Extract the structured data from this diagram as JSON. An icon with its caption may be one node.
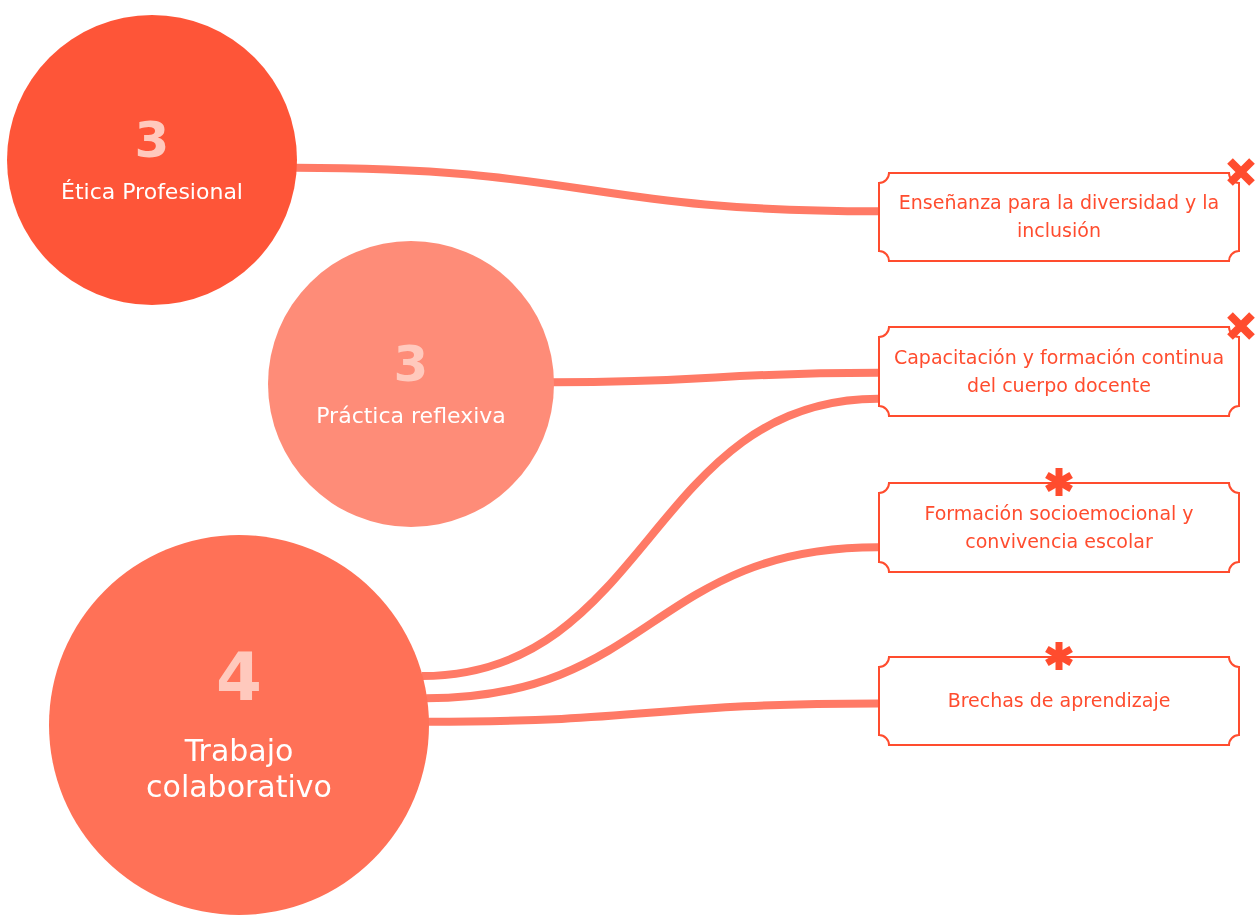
{
  "diagram": {
    "nodes": [
      {
        "text": [
          "3",
          "Ética Profesional"
        ]
      },
      {
        "text": [
          "3",
          "Práctica reflexiva"
        ]
      },
      {
        "text": [
          "4",
          "Trabajo colaborativo"
        ]
      },
      {
        "text": [
          "Enseñanza para la diversidad y la inclusión"
        ]
      },
      {
        "text": [
          "Capacitación y formación continua del cuerpo docente"
        ]
      },
      {
        "text": [
          "Formación socioemocional y convivencia escolar"
        ]
      },
      {
        "text": [
          "Brechas de aprendizaje"
        ]
      }
    ],
    "edges": [
      {
        "from": 0,
        "to": 3,
        "arrow": "none"
      },
      {
        "from": 1,
        "to": 4,
        "arrow": "none"
      },
      {
        "from": 2,
        "to": 4,
        "arrow": "none"
      },
      {
        "from": 2,
        "to": 5,
        "arrow": "none"
      },
      {
        "from": 2,
        "to": 6,
        "arrow": "none"
      }
    ]
  }
}
